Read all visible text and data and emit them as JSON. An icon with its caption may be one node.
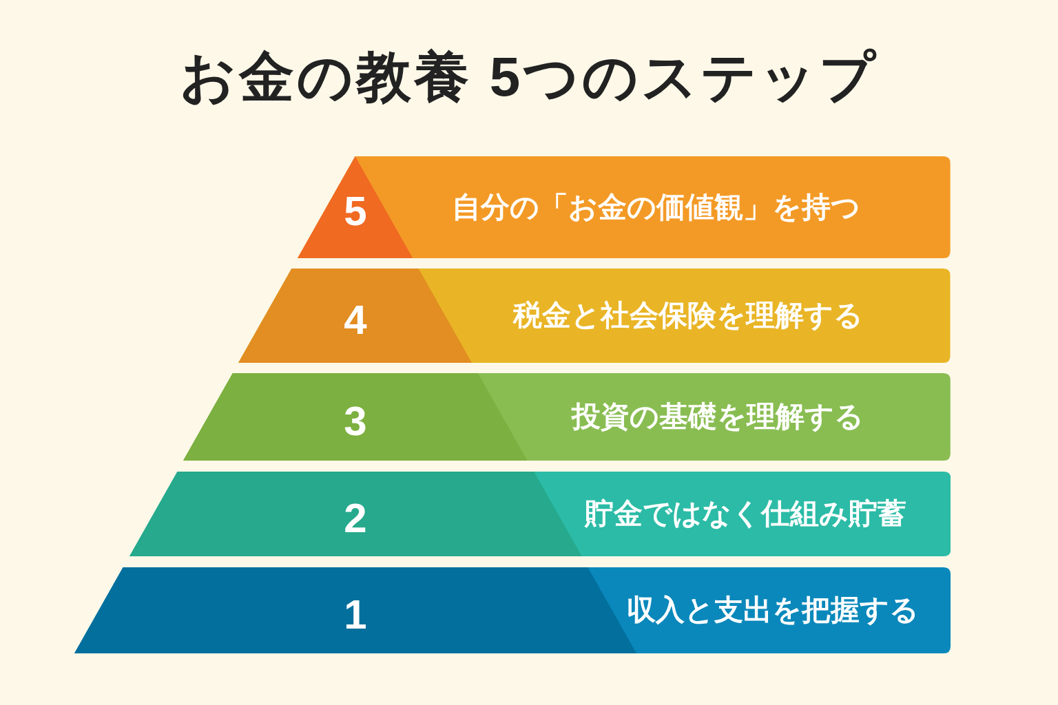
{
  "diagram": {
    "title": "お金の教養 5つのステップ",
    "nodes": [
      {
        "text": [
          "5",
          "自分の「お金の価値観」を持つ"
        ]
      },
      {
        "text": [
          "4",
          "税金と社会保険を理解する"
        ]
      },
      {
        "text": [
          "3",
          "投資の基礎を理解する"
        ]
      },
      {
        "text": [
          "2",
          "貯金ではなく仕組み貯蓄"
        ]
      },
      {
        "text": [
          "1",
          "収入と支出を把握する"
        ]
      }
    ]
  }
}
